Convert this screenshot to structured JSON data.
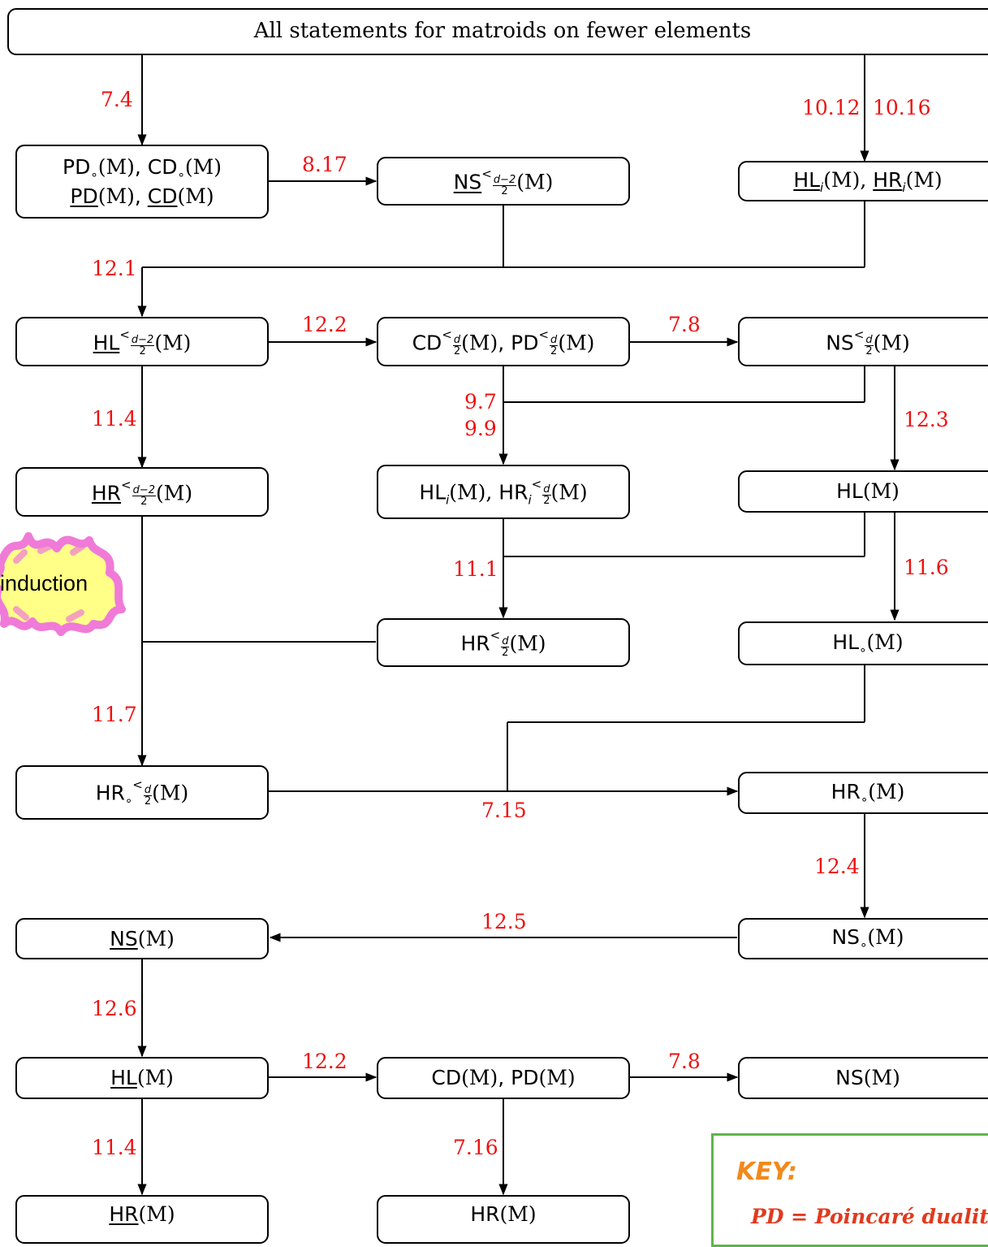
{
  "title": "All statements for matroids on fewer elements",
  "nodes": {
    "pd_cd_circ": {
      "line1": "PD∘(M), CD∘(M)",
      "line2": "PD(M), CD(M)"
    },
    "ns_lt_d2_over2": {
      "text": "NS<(d−2)/2(M)"
    },
    "hl_i_hr_i": {
      "text": "HLi(M), HRi(M)"
    },
    "hl_lt_d2_over2": {
      "text": "HL<(d−2)/2(M)"
    },
    "cd_pd_lt_d_over2": {
      "text": "CD<d/2(M), PD<d/2(M)"
    },
    "ns_lt_d_over2": {
      "text": "NS<d/2(M)"
    },
    "hr_lt_d2_over2": {
      "text": "HR<(d−2)/2(M)"
    },
    "hl_i_hr_i_lt": {
      "text": "HLi(M), HRi<d/2(M)"
    },
    "hl_m": {
      "text": "HL(M)"
    },
    "hr_lt_d_over2": {
      "text": "HR<d/2(M)"
    },
    "hl_circ": {
      "text": "HL∘(M)"
    },
    "hr_circ_lt": {
      "text": "HR∘<d/2(M)"
    },
    "hr_circ": {
      "text": "HR∘(M)"
    },
    "ns_underline": {
      "text": "NS(M)"
    },
    "ns_circ": {
      "text": "NS∘(M)"
    },
    "hl_underline": {
      "text": "HL(M)"
    },
    "cd_pd": {
      "text": "CD(M), PD(M)"
    },
    "ns_m": {
      "text": "NS(M)"
    },
    "hr_underline": {
      "text": "HR(M)"
    },
    "hr_m": {
      "text": "HR(M)"
    }
  },
  "labels": {
    "e_7_4": "7.4",
    "e_8_17": "8.17",
    "e_10_12": "10.12",
    "e_10_16": "10.16",
    "e_12_1": "12.1",
    "e_12_2a": "12.2",
    "e_7_8a": "7.8",
    "e_11_4a": "11.4",
    "e_9_7": "9.7",
    "e_9_9": "9.9",
    "e_12_3": "12.3",
    "e_11_1": "11.1",
    "e_11_6": "11.6",
    "e_11_7": "11.7",
    "e_7_15": "7.15",
    "e_12_4": "12.4",
    "e_12_5": "12.5",
    "e_12_6": "12.6",
    "e_12_2b": "12.2",
    "e_7_8b": "7.8",
    "e_11_4b": "11.4",
    "e_7_16": "7.16"
  },
  "annotation": {
    "induction": "induction"
  },
  "key": {
    "title": "KEY:",
    "line1": "PD = Poincaré dualities"
  },
  "colors": {
    "label": "#ee1111",
    "key_border": "#5fb54a",
    "key_title": "#f08a1d",
    "key_text": "#e03a1e",
    "induction_fill": "#ffff88",
    "induction_scribble": "#f07ad8"
  }
}
